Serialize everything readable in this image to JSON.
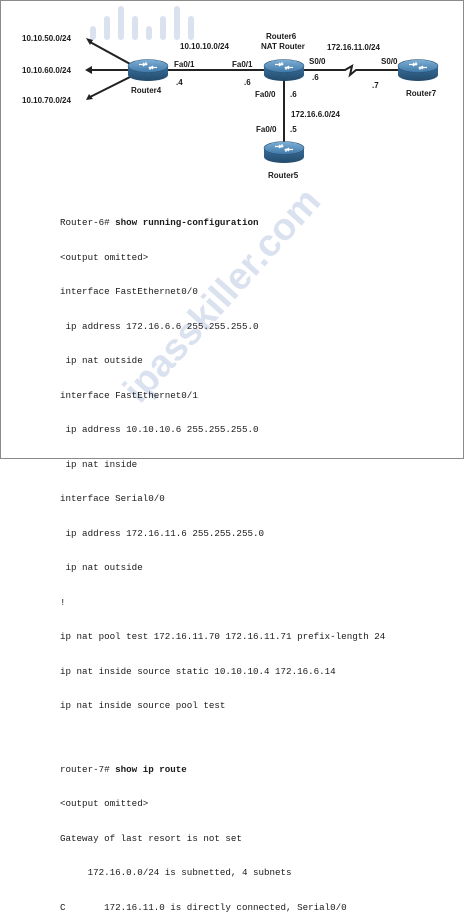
{
  "topology": {
    "networks": {
      "lan1": "10.10.50.0/24",
      "lan2": "10.10.60.0/24",
      "lan3": "10.10.70.0/24",
      "link_r4_r6": "10.10.10.0/24",
      "link_r6_r7": "172.16.11.0/24",
      "link_r6_r5": "172.16.6.0/24"
    },
    "routers": {
      "r4": "Router4",
      "r6_name": "Router6",
      "r6_role": "NAT Router",
      "r7": "Router7",
      "r5": "Router5"
    },
    "interfaces": {
      "r4_fa01": "Fa0/1",
      "r4_host": ".4",
      "r6_fa01": "Fa0/1",
      "r6_fa01_host": ".6",
      "r6_s00": "S0/0",
      "r6_s00_host": ".6",
      "r6_fa00": "Fa0/0",
      "r6_fa00_host": ".6",
      "r7_s00": "S0/0",
      "r7_host": ".7",
      "r5_fa00": "Fa0/0",
      "r5_host": ".5"
    }
  },
  "watermark": {
    "text": "ipasskiller.com"
  },
  "cli": {
    "r6_prompt": "Router-6#",
    "r6_command": "show running-configuration",
    "r6_lines": [
      "<output omitted>",
      "interface FastEthernet0/0",
      " ip address 172.16.6.6 255.255.255.0",
      " ip nat outside",
      "interface FastEthernet0/1",
      " ip address 10.10.10.6 255.255.255.0",
      " ip nat inside",
      "interface Serial0/0",
      " ip address 172.16.11.6 255.255.255.0",
      " ip nat outside",
      "!",
      "ip nat pool test 172.16.11.70 172.16.11.71 prefix-length 24",
      "ip nat inside source static 10.10.10.4 172.16.6.14",
      "ip nat inside source pool test"
    ],
    "r7_prompt": "router-7#",
    "r7_command": "show ip route",
    "r7_lines": [
      "<output omitted>",
      "Gateway of last resort is not set",
      "     172.16.0.0/24 is subnetted, 4 subnets",
      "C       172.16.11.0 is directly connected, Serial0/0"
    ]
  },
  "colors": {
    "router_body": "#3f78a8",
    "router_dark": "#2b5577",
    "link": "#222222",
    "serial_link": "#c0392b",
    "watermark": "#5d7bb8"
  }
}
